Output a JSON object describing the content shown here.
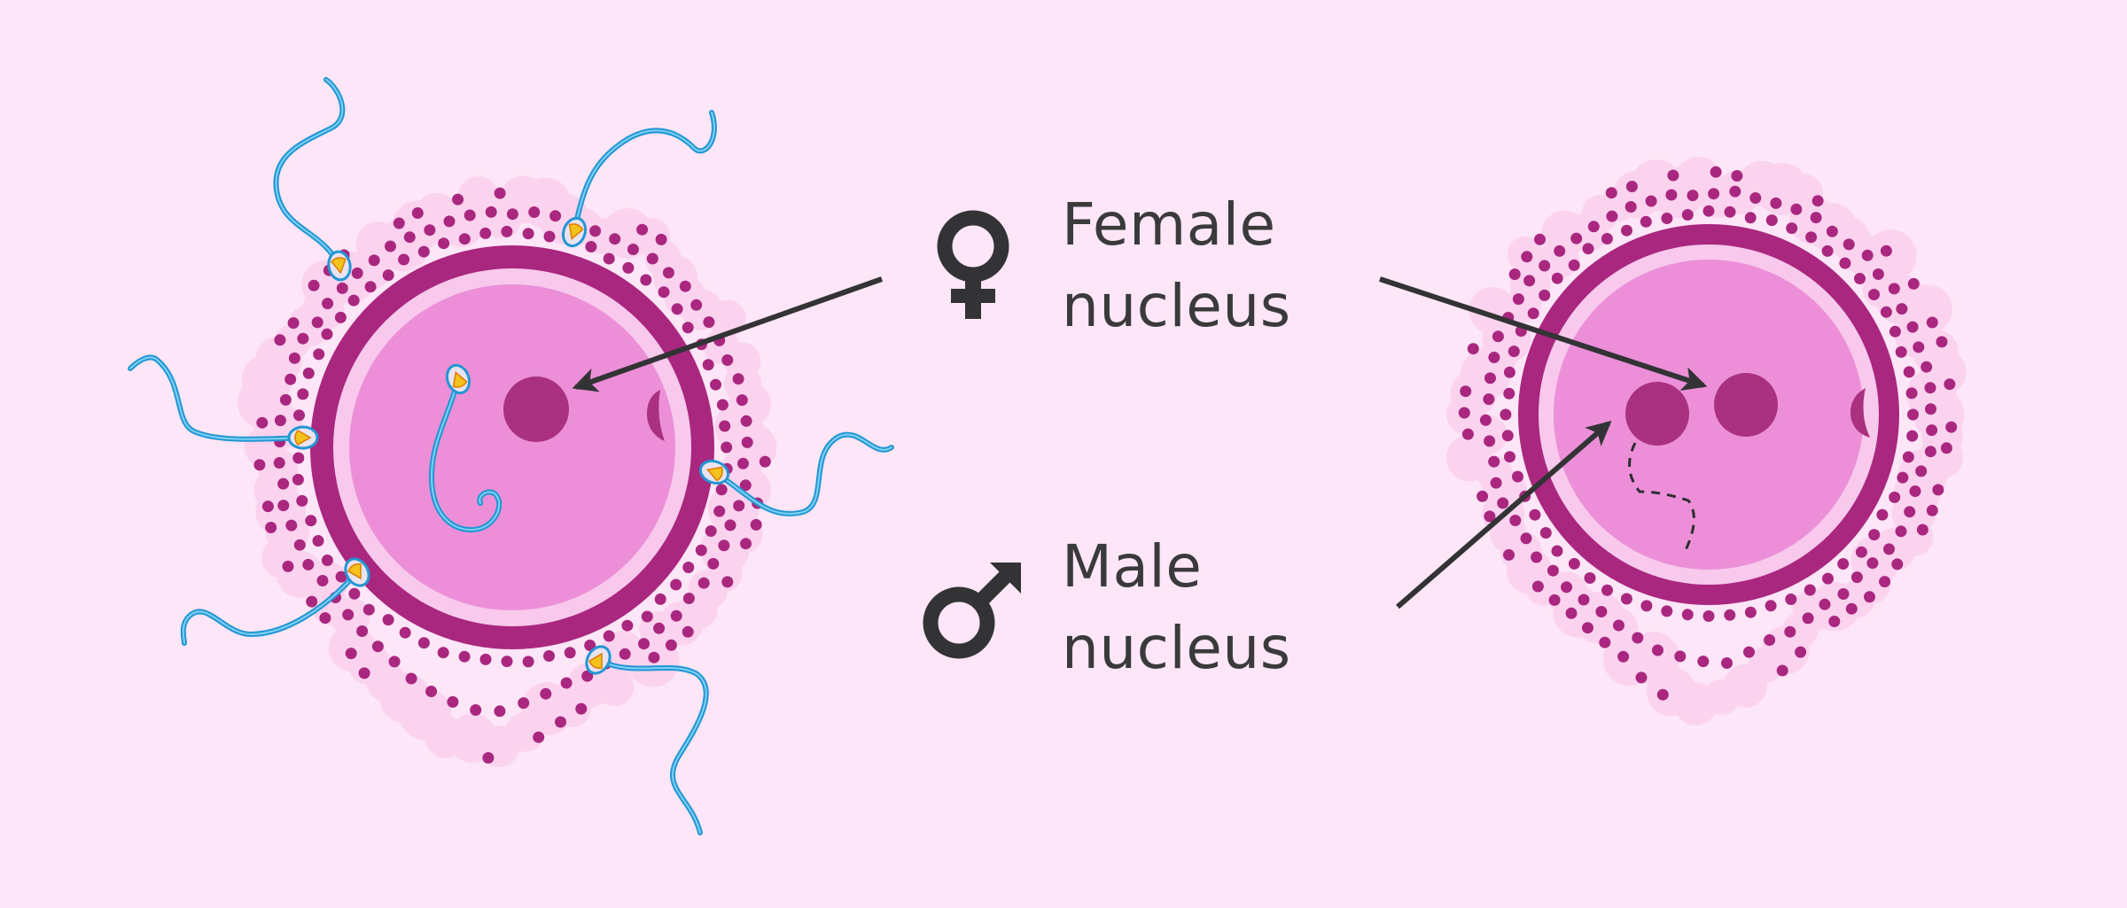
{
  "labels": {
    "female_line1": "Female",
    "female_line2": "nucleus",
    "male_line1": "Male",
    "male_line2": "nucleus"
  },
  "symbols": {
    "female": "female-sign-icon",
    "male": "male-sign-icon"
  },
  "colors": {
    "background": "#fde6f7",
    "cumulus_cell": "#fbd3ef",
    "cumulus_dot": "#a9277f",
    "zona": "#a9277f",
    "membrane_ring": "#f8c9ec",
    "cytoplasm": "#ec8fd8",
    "nucleus": "#a9317f",
    "sperm_tail": "#2196d3",
    "sperm_head": "#f3c21c",
    "text": "#3a3a3c"
  }
}
